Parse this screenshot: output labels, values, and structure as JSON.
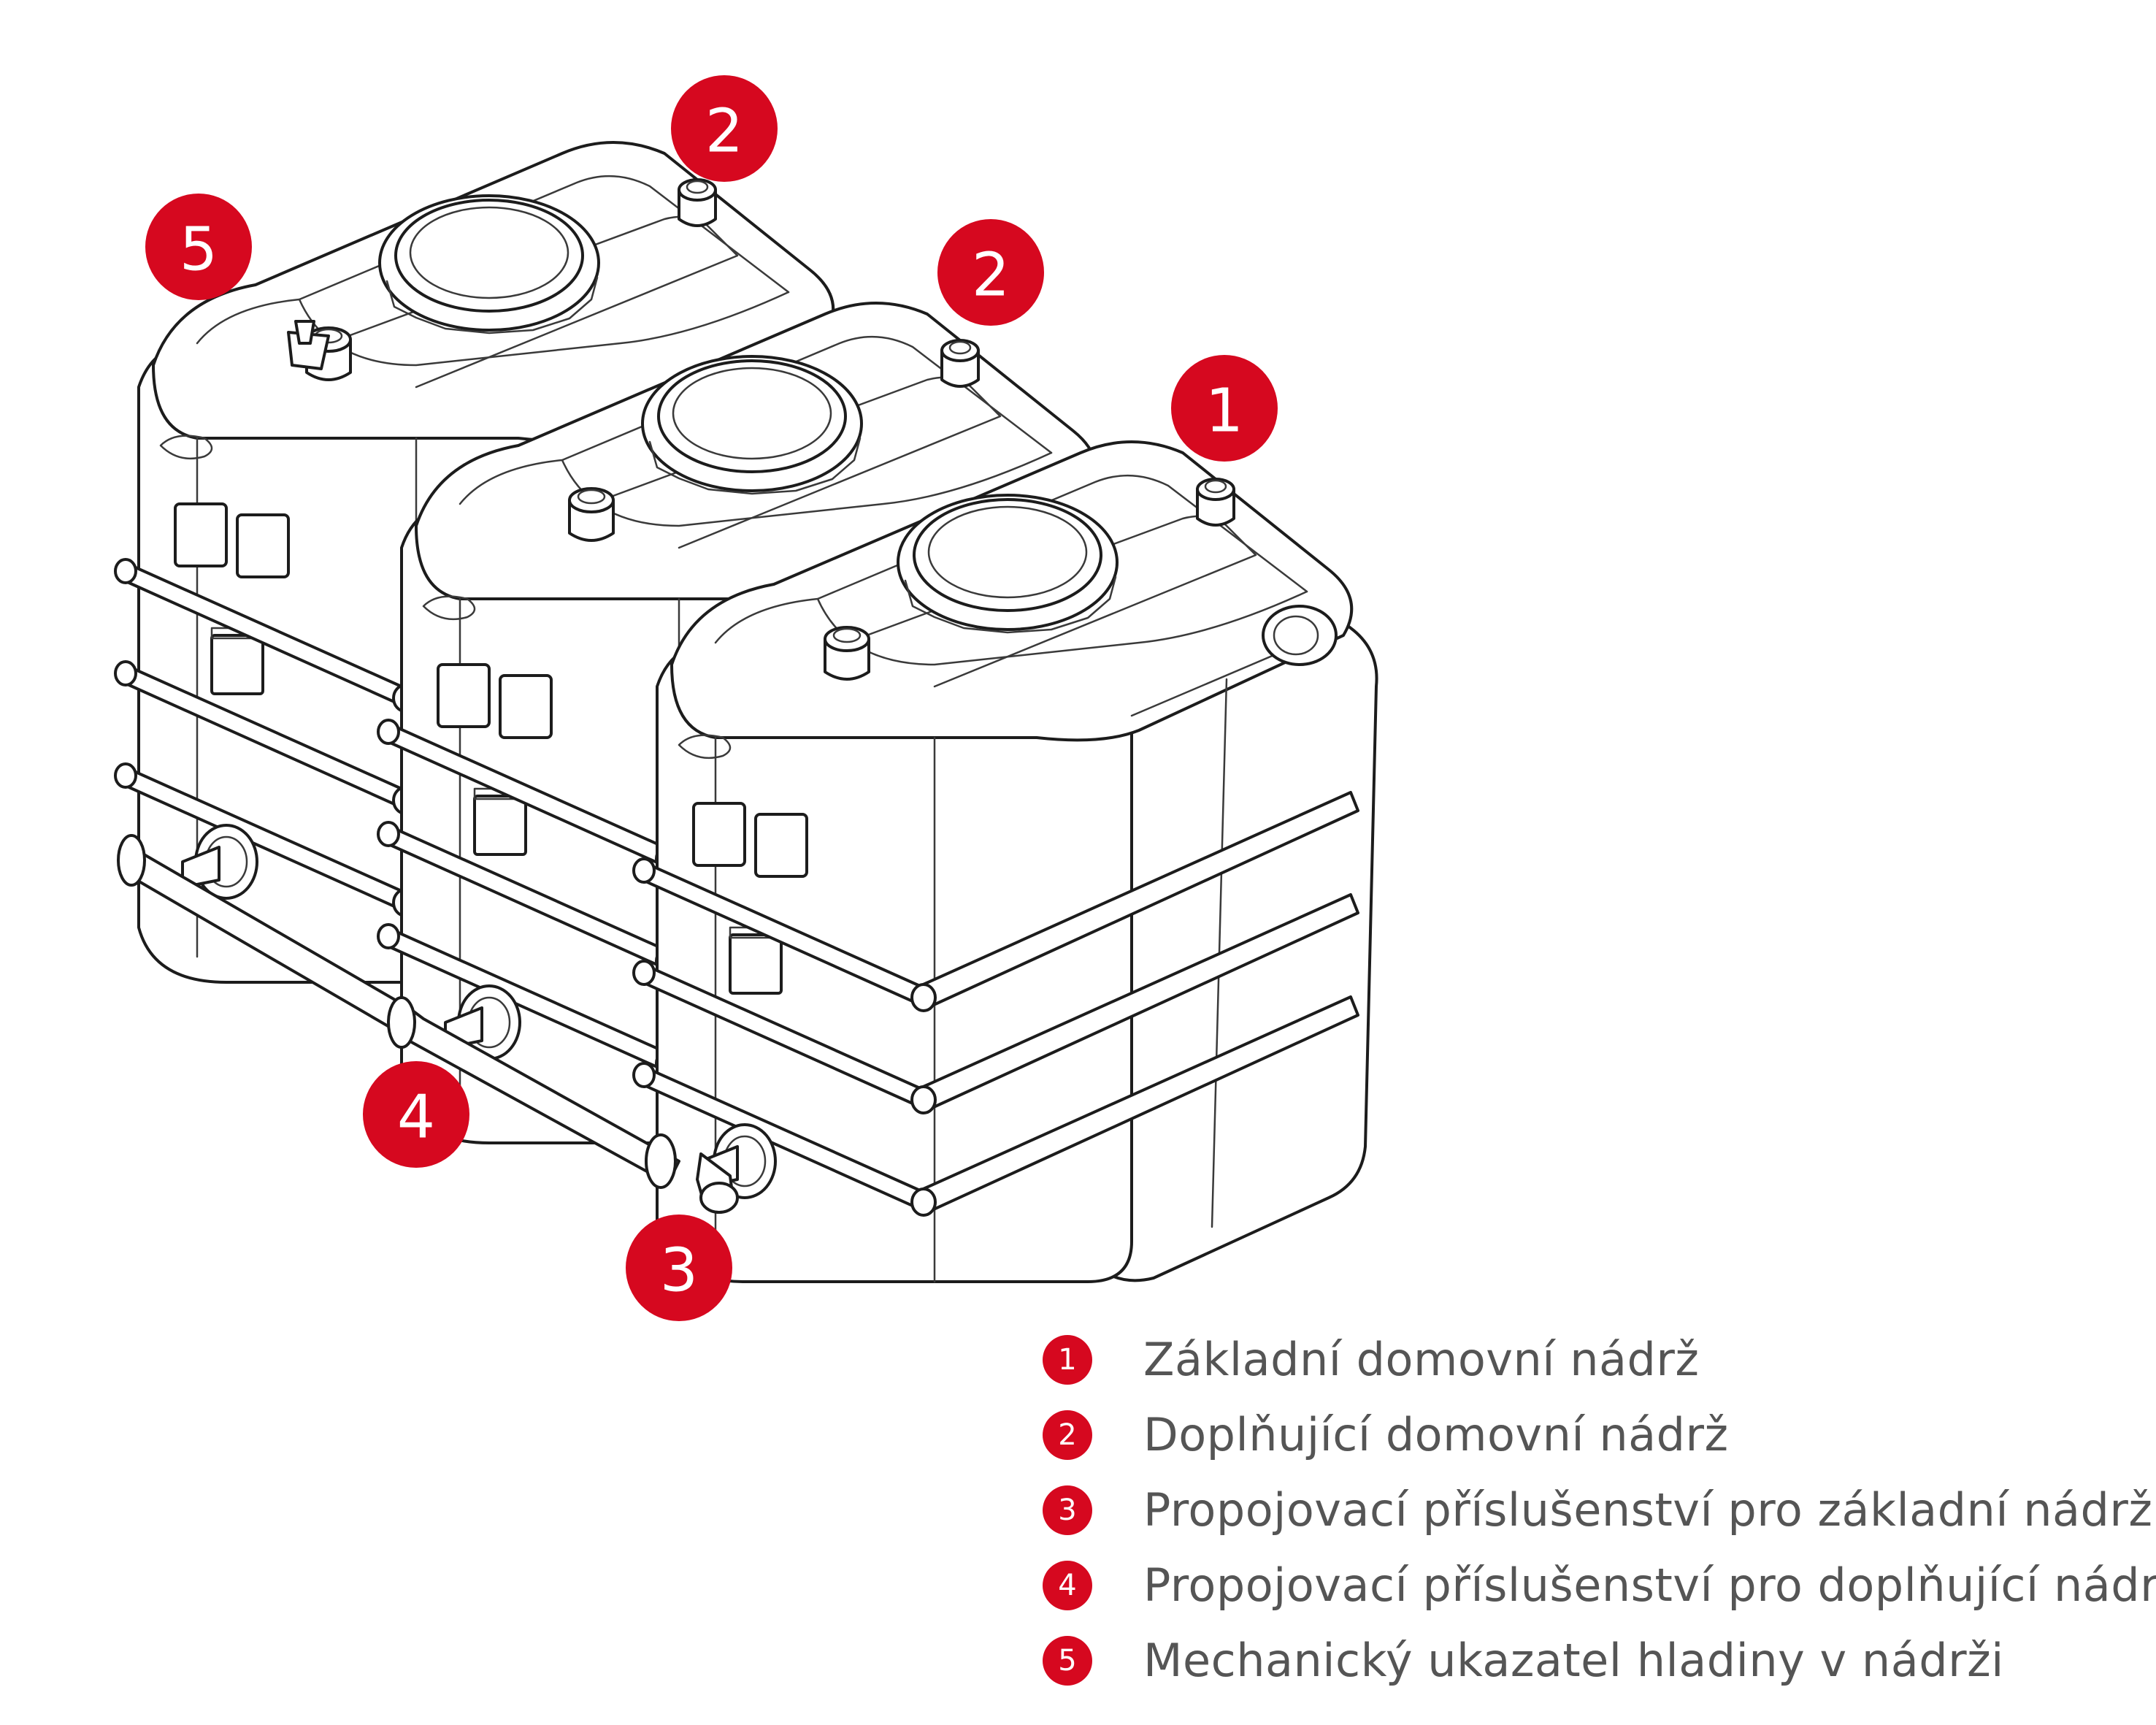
{
  "colors": {
    "badge": "#d6081f",
    "line": "#1c1c1c",
    "legend_text": "#555555",
    "background": "#ffffff"
  },
  "diagram": {
    "callouts": [
      {
        "number": "1",
        "target": "basic-tank"
      },
      {
        "number": "2",
        "target": "back-tank"
      },
      {
        "number": "2",
        "target": "middle-tank"
      },
      {
        "number": "3",
        "target": "basic-tank-connector"
      },
      {
        "number": "4",
        "target": "extension-tank-connector"
      },
      {
        "number": "5",
        "target": "level-indicator"
      }
    ]
  },
  "legend": {
    "items": [
      {
        "number": "1",
        "label": "Základní domovní nádrž"
      },
      {
        "number": "2",
        "label": "Doplňující domovní nádrž"
      },
      {
        "number": "3",
        "label": "Propojovací příslušenství pro základní nádrž"
      },
      {
        "number": "4",
        "label": "Propojovací příslušenství pro doplňující nádrž"
      },
      {
        "number": "5",
        "label": "Mechanický ukazatel hladiny v nádrži"
      }
    ]
  }
}
